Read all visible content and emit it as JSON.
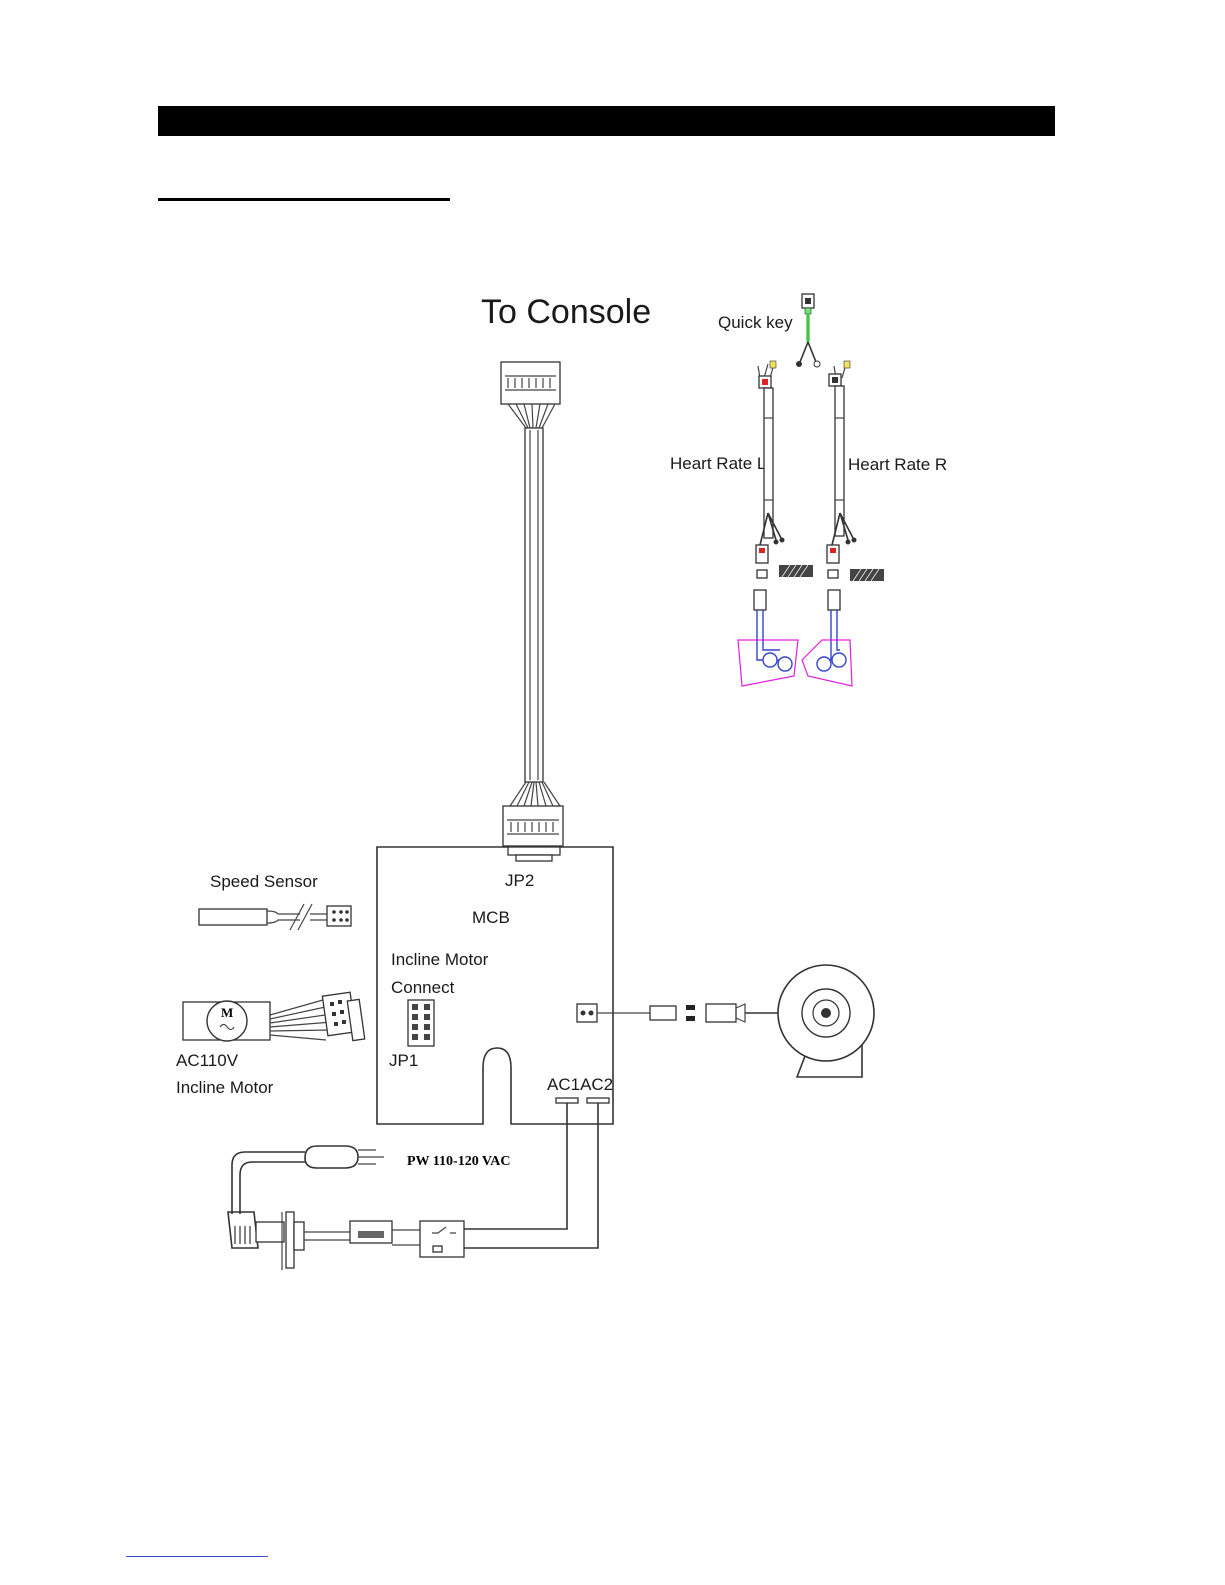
{
  "labels": {
    "to_console": "To Console",
    "quick_key": "Quick key",
    "heart_rate_l": "Heart Rate L",
    "heart_rate_r": "Heart Rate R",
    "speed_sensor": "Speed Sensor",
    "jp2": "JP2",
    "mcb": "MCB",
    "incline_motor_connect_1": "Incline Motor",
    "incline_motor_connect_2": "Connect",
    "jp1": "JP1",
    "ac110v": "AC110V",
    "incline_motor": "Incline Motor",
    "ac1_ac2": "AC1AC2",
    "power": "PW 110-120 VAC",
    "motor_symbol": "M"
  },
  "colors": {
    "quick_key_wire": "#6ee86e",
    "heart_rate_pad": "#e020e0",
    "sensor_blue": "#3344cc",
    "link_underline": "#3b4fd0"
  },
  "icons": [
    "console-connector-icon",
    "mcb-board-icon",
    "drive-motor-icon",
    "incline-motor-icon",
    "speed-sensor-icon",
    "power-plug-icon",
    "breaker-icon",
    "switch-icon",
    "heart-rate-pad-icon"
  ]
}
